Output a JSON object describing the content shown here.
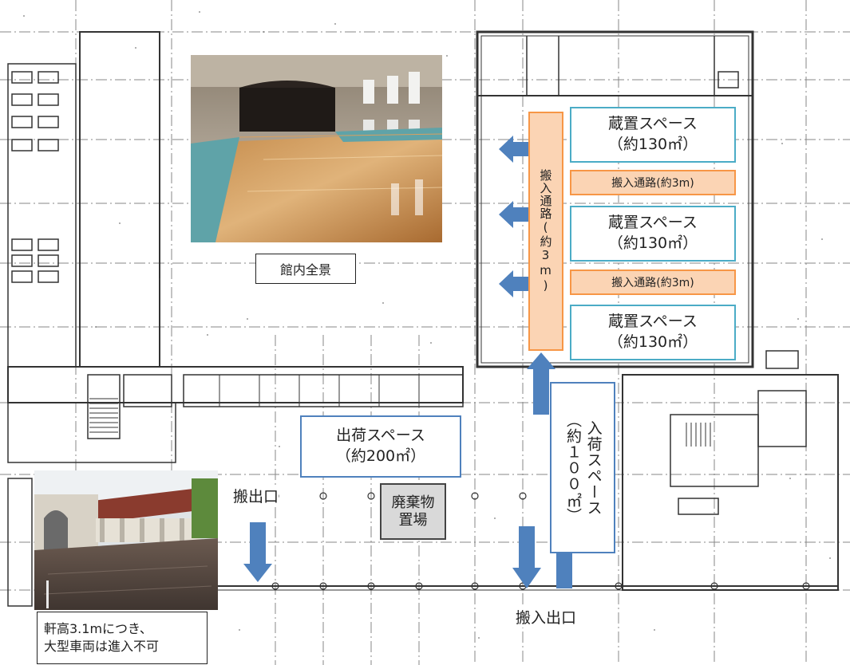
{
  "photo_interior_caption": "館内全景",
  "storage_spaces": [
    {
      "title": "蔵置スペース",
      "area": "（約130㎡）"
    },
    {
      "title": "蔵置スペース",
      "area": "（約130㎡）"
    },
    {
      "title": "蔵置スペース",
      "area": "（約130㎡）"
    }
  ],
  "carry_in_paths": [
    "搬入通路(約3m)",
    "搬入通路(約3m)"
  ],
  "vertical_carry_in_path": "搬入通路(約3m)",
  "shipping_space": {
    "title": "出荷スペース",
    "area": "（約200㎡）"
  },
  "receiving_space": {
    "title": "入荷スペース",
    "area": "（約１００㎡）"
  },
  "waste_area": {
    "line1": "廃棄物",
    "line2": "置場"
  },
  "exit_label": "搬出口",
  "entrance_exit_label": "搬入出口",
  "clearance_note": {
    "line1": "軒高3.1mにつき、",
    "line2": "大型車両は進入不可"
  },
  "colors": {
    "arrow": "#4f81bd",
    "storage_border": "#4bacc6",
    "path_fill": "#fbd4b4",
    "path_border": "#f79646",
    "waste_fill": "#d9d9d9"
  }
}
